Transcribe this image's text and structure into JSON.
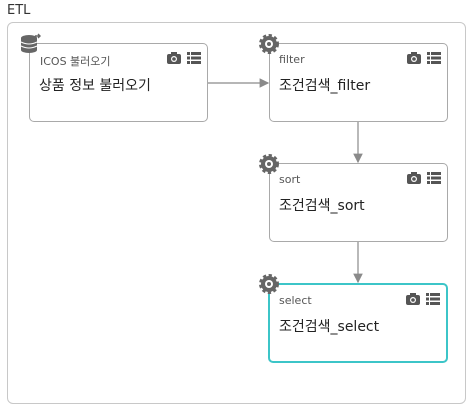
{
  "group": {
    "title": "ETL"
  },
  "nodes": [
    {
      "type_label": "ICOS 불러오기",
      "name": "상품 정보 불러오기",
      "badge_icon": "database-import-icon",
      "selected": false
    },
    {
      "type_label": "filter",
      "name": "조건검색_filter",
      "badge_icon": "gear-icon",
      "selected": false
    },
    {
      "type_label": "sort",
      "name": "조건검색_sort",
      "badge_icon": "gear-icon",
      "selected": false
    },
    {
      "type_label": "select",
      "name": "조건검색_select",
      "badge_icon": "gear-icon",
      "selected": true
    }
  ],
  "tool_icons": [
    "camera-icon",
    "list-icon"
  ],
  "colors": {
    "selected_border": "#3cc5c8",
    "node_border": "#a9a9a9",
    "edge": "#8a8a8a"
  }
}
